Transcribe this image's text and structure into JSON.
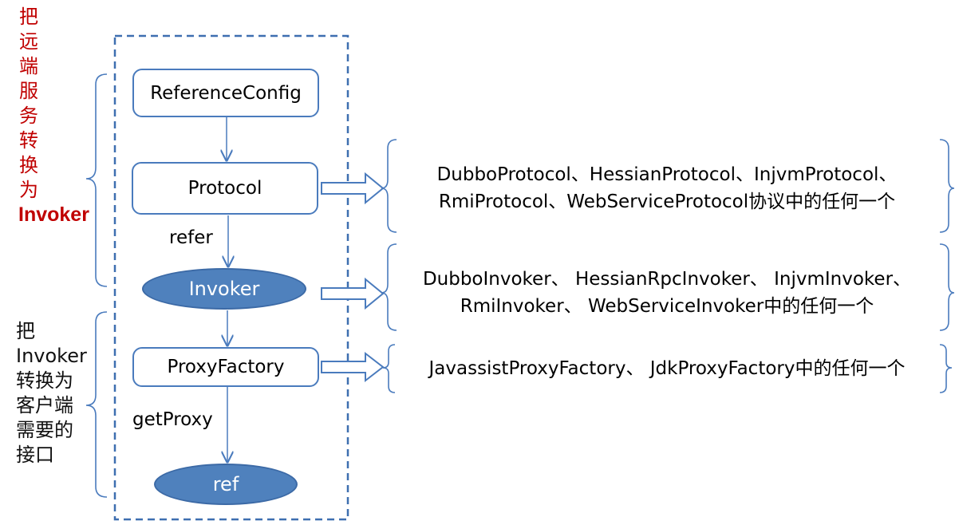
{
  "left_annotations": {
    "top": {
      "chars": [
        "把",
        "远",
        "端",
        "服",
        "务",
        "转",
        "换",
        "为"
      ],
      "suffix": "Invoker",
      "color": "#c00000"
    },
    "bottom": {
      "lines": [
        "把",
        "Invoker",
        "转换为",
        "客户端",
        "需要的",
        "接口"
      ]
    }
  },
  "nodes": {
    "reference_config": "ReferenceConfig",
    "protocol": "Protocol",
    "invoker": "Invoker",
    "proxy_factory": "ProxyFactory",
    "ref": "ref"
  },
  "edge_labels": {
    "refer": "refer",
    "get_proxy": "getProxy"
  },
  "implementations": {
    "protocol": {
      "line1": "DubboProtocol、HessianProtocol、InjvmProtocol、",
      "line2": "RmiProtocol、WebServiceProtocol协议中的任何一个"
    },
    "invoker": {
      "line1": "DubboInvoker、 HessianRpcInvoker、 InjvmInvoker、",
      "line2": "RmiInvoker、 WebServiceInvoker中的任何一个"
    },
    "proxy_factory": {
      "line1": "JavassistProxyFactory、 JdkProxyFactory中的任何一个"
    }
  },
  "colors": {
    "border": "#4a7bbd",
    "ellipse_fill": "#4f81bd",
    "dashed_border": "#3e6fb0",
    "red_text": "#c00000"
  }
}
